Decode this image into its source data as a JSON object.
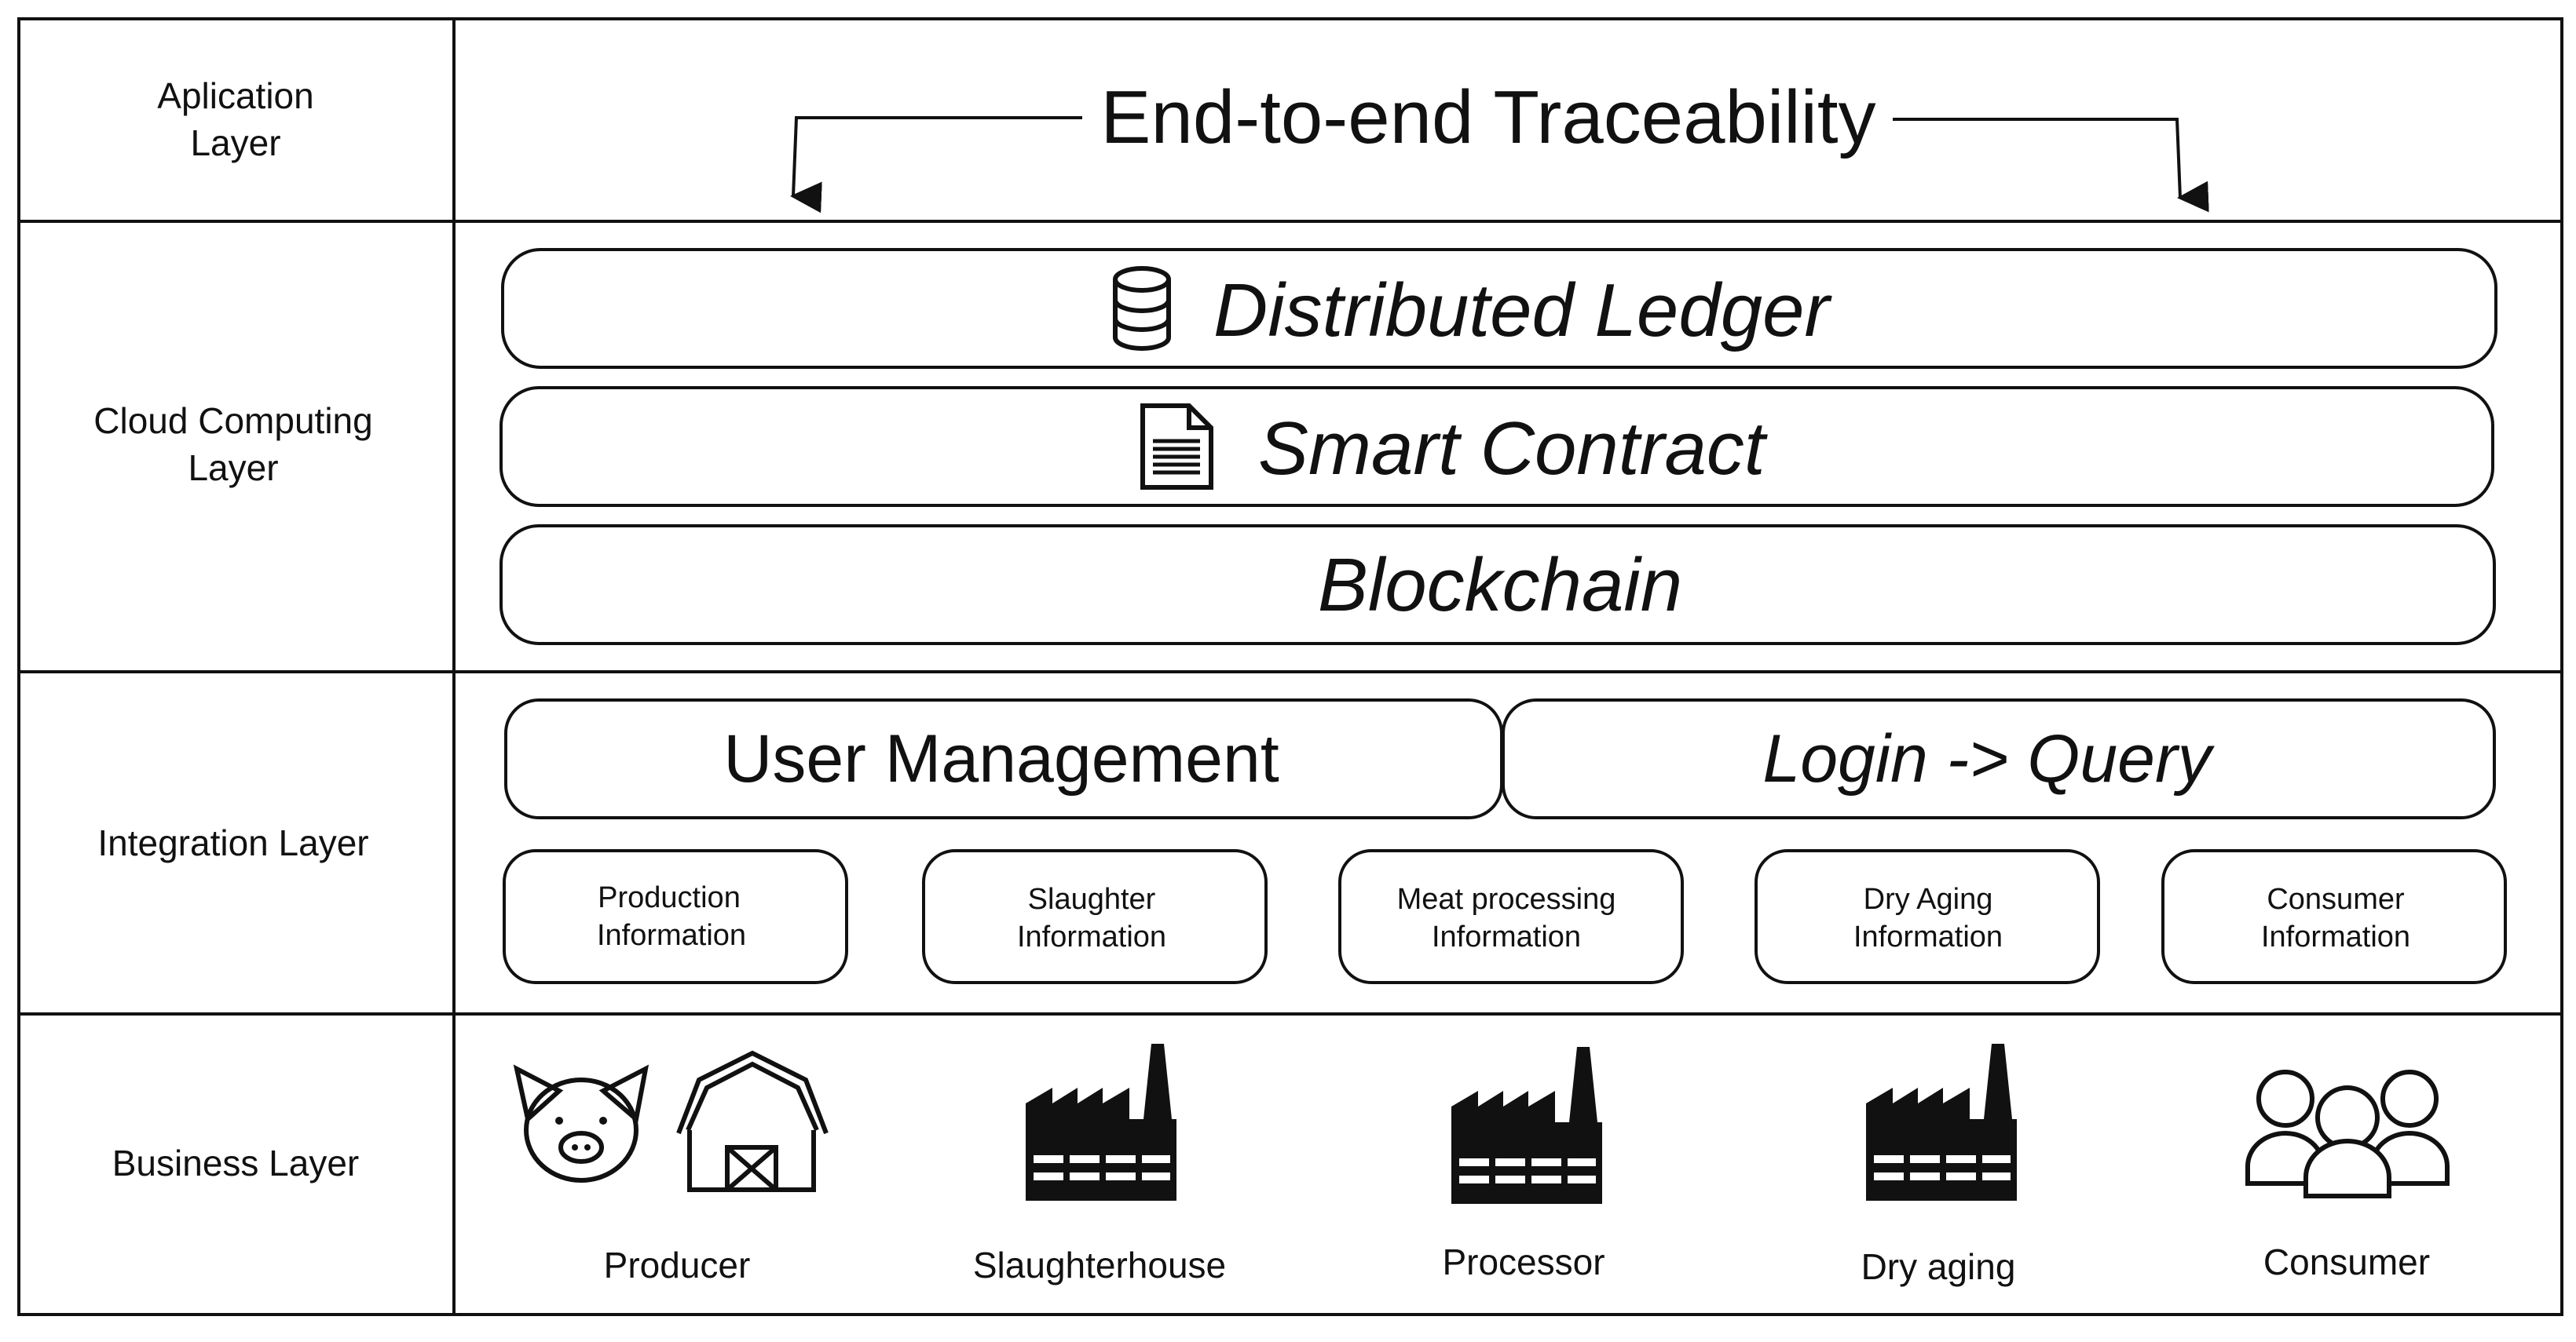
{
  "layers": {
    "application": {
      "line1": "Aplication",
      "line2": "Layer"
    },
    "cloud": {
      "line1": "Cloud Computing",
      "line2": "Layer"
    },
    "integration": {
      "line1": "Integration Layer"
    },
    "business": {
      "line1": "Business Layer"
    }
  },
  "application": {
    "title": "End-to-end Traceability"
  },
  "cloud": {
    "ledger": {
      "label": "Distributed Ledger",
      "icon": "database-icon"
    },
    "contract": {
      "label": "Smart Contract",
      "icon": "document-icon"
    },
    "blockchain": {
      "label": "Blockchain"
    }
  },
  "integration": {
    "user_management": "User Management",
    "login_query": "Login -> Query",
    "info": [
      {
        "line1": "Production",
        "line2": "Information"
      },
      {
        "line1": "Slaughter",
        "line2": "Information"
      },
      {
        "line1": "Meat processing",
        "line2": "Information"
      },
      {
        "line1": "Dry Aging",
        "line2": "Information"
      },
      {
        "line1": "Consumer",
        "line2": "Information"
      }
    ]
  },
  "business": {
    "actors": [
      {
        "label": "Producer",
        "icons": [
          "pig-icon",
          "barn-icon"
        ]
      },
      {
        "label": "Slaughterhouse",
        "icons": [
          "factory-icon"
        ]
      },
      {
        "label": "Processor",
        "icons": [
          "factory-icon"
        ]
      },
      {
        "label": "Dry aging",
        "icons": [
          "factory-icon"
        ]
      },
      {
        "label": "Consumer",
        "icons": [
          "people-icon"
        ]
      }
    ]
  }
}
